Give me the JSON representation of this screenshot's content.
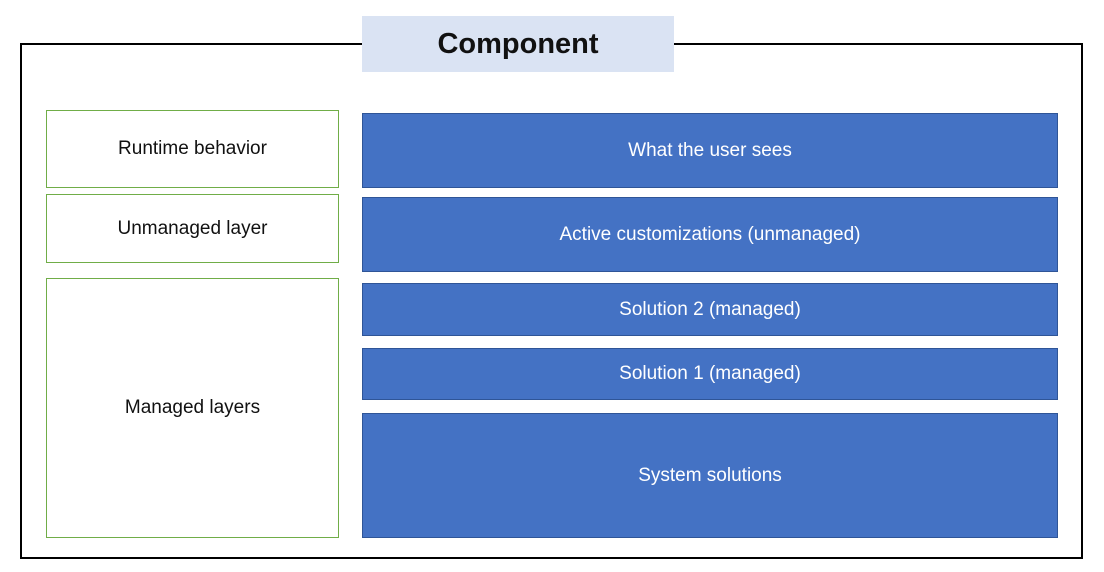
{
  "diagram": {
    "title": "Component",
    "left_column": {
      "items": [
        {
          "label": "Runtime behavior"
        },
        {
          "label": "Unmanaged layer"
        },
        {
          "label": "Managed layers"
        }
      ]
    },
    "right_column": {
      "items": [
        {
          "label": "What the user sees"
        },
        {
          "label": "Active customizations (unmanaged)"
        },
        {
          "label": "Solution 2 (managed)"
        },
        {
          "label": "Solution 1 (managed)"
        },
        {
          "label": "System solutions"
        }
      ]
    },
    "colors": {
      "title_background": "#dae3f3",
      "outer_border": "#000000",
      "left_box_border": "#70ad47",
      "left_box_fill": "#ffffff",
      "left_box_text": "#111111",
      "blue_box_fill": "#4472c4",
      "blue_box_border": "#2f5597",
      "blue_box_text": "#ffffff"
    }
  }
}
